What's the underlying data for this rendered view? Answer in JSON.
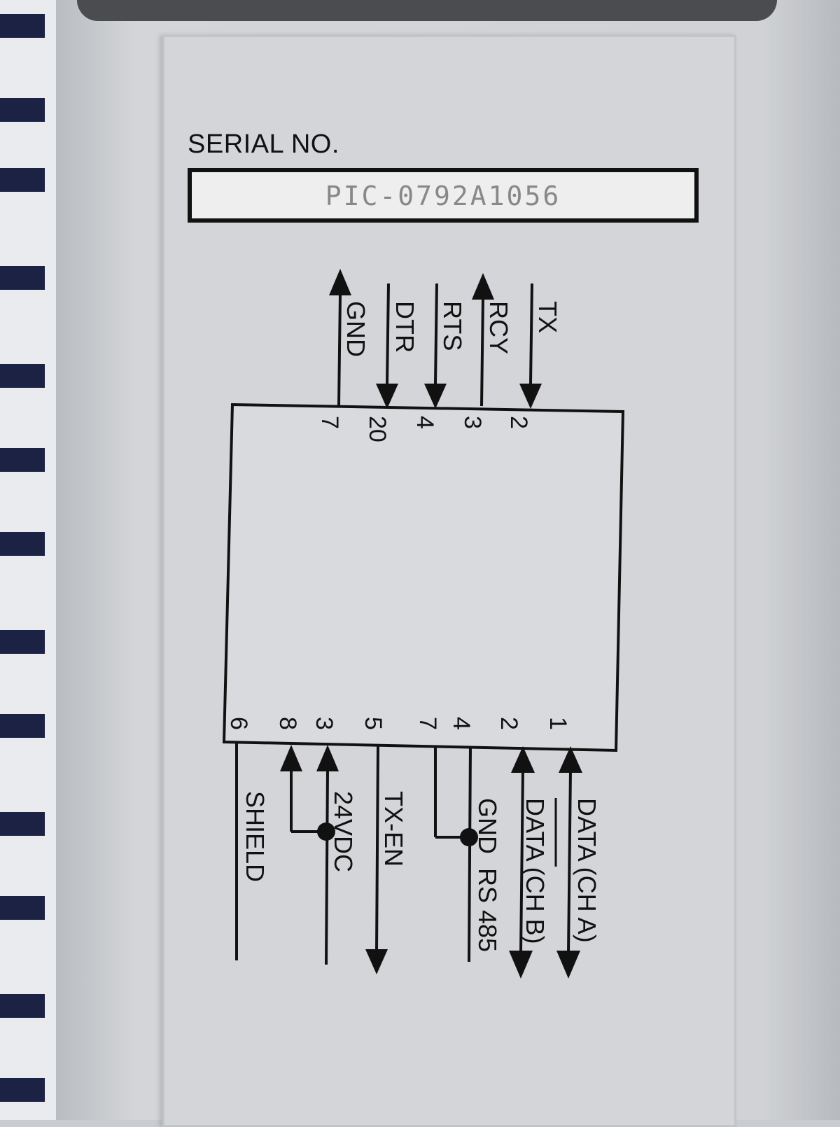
{
  "serial": {
    "label": "SERIAL NO.",
    "value": "PIC-0792A1056"
  },
  "top_signals": [
    {
      "name": "TX",
      "pin": "2",
      "direction": "in"
    },
    {
      "name": "RCY",
      "pin": "3",
      "direction": "out"
    },
    {
      "name": "RTS",
      "pin": "4",
      "direction": "in"
    },
    {
      "name": "DTR",
      "pin": "20",
      "direction": "in"
    },
    {
      "name": "GND",
      "pin": "7",
      "direction": "out"
    }
  ],
  "bottom_pins": [
    "6",
    "8",
    "3",
    "5",
    "7",
    "4",
    "2",
    "1"
  ],
  "bottom_labels": {
    "shield": "SHIELD",
    "vdc": "24VDC",
    "tx_en": "TX-EN",
    "gnd_rs485": "GND  RS 485",
    "data_b": "DATA (CH B)",
    "data_a": "DATA (CH A)"
  },
  "colors": {
    "ink": "#111111",
    "label": "#d3d5d8",
    "serial_box": "#eeeeee"
  }
}
